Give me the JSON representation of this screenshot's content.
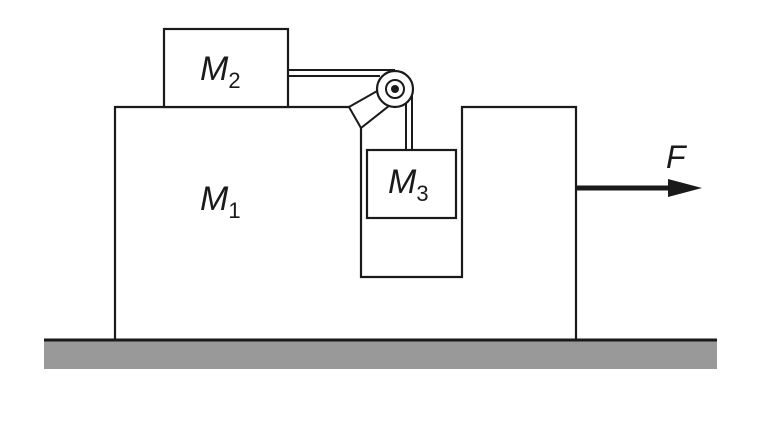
{
  "colors": {
    "line": "#1a1a1a",
    "ground": "#999999",
    "background": "#ffffff"
  },
  "labels": {
    "m1": {
      "main": "M",
      "sub": "1"
    },
    "m2": {
      "main": "M",
      "sub": "2"
    },
    "m3": {
      "main": "M",
      "sub": "3"
    },
    "force": "F"
  }
}
